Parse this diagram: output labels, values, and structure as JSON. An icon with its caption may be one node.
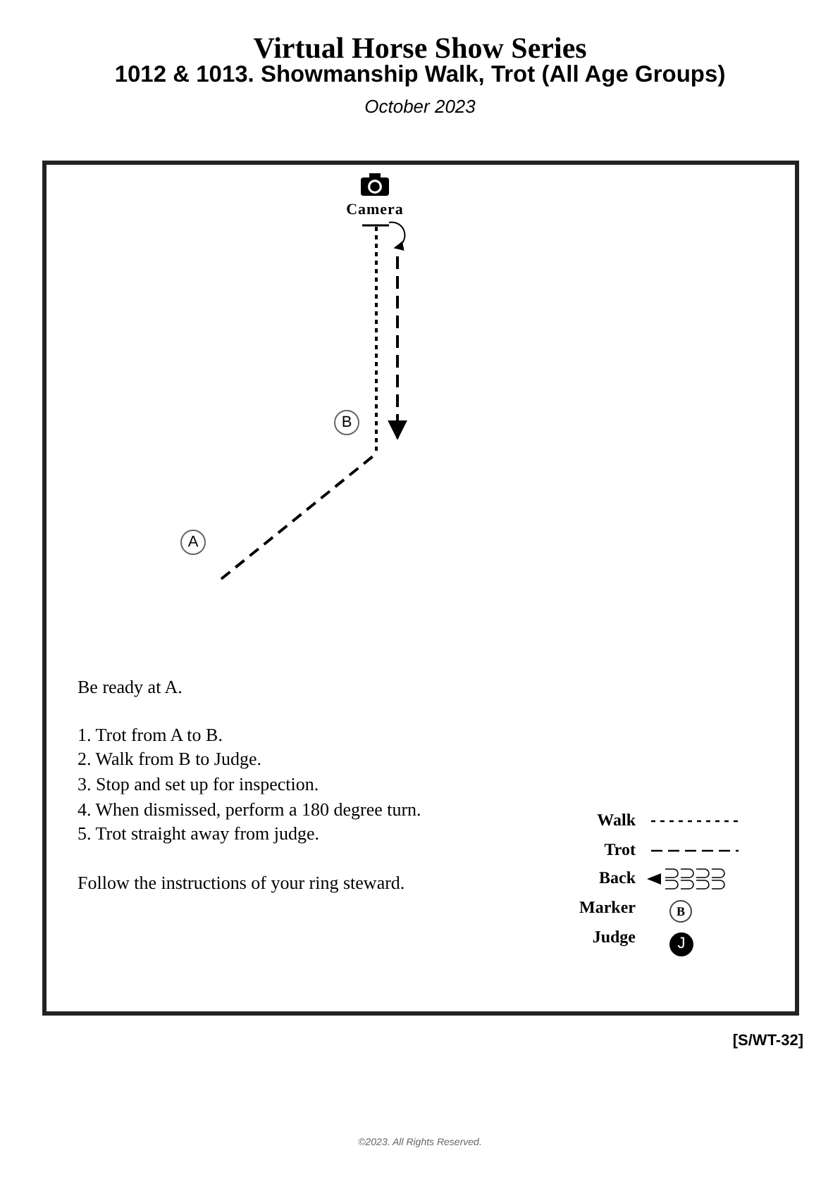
{
  "diagram": {
    "title": "Virtual Horse Show Series",
    "nodes": [
      {
        "text": [
          "Camera"
        ]
      },
      {
        "text": [
          "B"
        ]
      },
      {
        "text": [
          "A"
        ]
      }
    ],
    "labels": [
      "1012 & 1013. Showmanship Walk, Trot  (All Age Groups)",
      "October 2023",
      "Be ready at A.",
      "1. Trot from A to B.",
      "2. Walk from B to Judge.",
      "3.  Stop and set up for inspection.",
      "4. When dismissed, perform a 180 degree turn.",
      "5. Trot straight away from judge.",
      "Follow the  instructions of  your ring steward.",
      "B",
      "J",
      "[S/WT-32]",
      "©2023. All Rights Reserved."
    ],
    "legend": [
      {
        "text": "Walk"
      },
      {
        "text": "Trot"
      },
      {
        "text": "Back"
      },
      {
        "text": "Marker"
      },
      {
        "text": "Judge"
      }
    ]
  }
}
